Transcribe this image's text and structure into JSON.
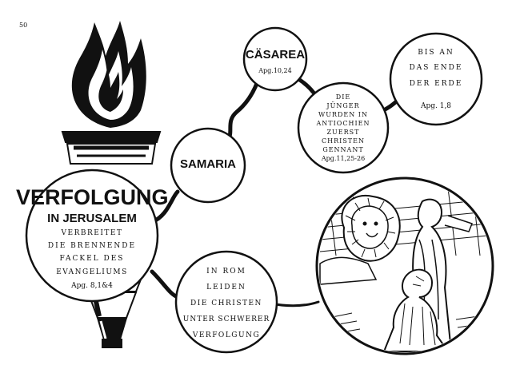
{
  "page_number": "50",
  "jerusalem": {
    "title": "VERFOLGUNG",
    "subtitle": "IN JERUSALEM",
    "lines": [
      "VERBREITET",
      "DIE BRENNENDE",
      "FACKEL DES",
      "EVANGELIUMS"
    ],
    "ref": "Apg. 8,1&4"
  },
  "samaria": {
    "title": "SAMARIA"
  },
  "casarea": {
    "title": "CÄSAREA",
    "ref": "Apg.10,24"
  },
  "antiochien": {
    "lines": [
      "DIE",
      "JÜNGER",
      "WURDEN IN",
      "ANTIOCHIEN",
      "ZUERST",
      "CHRISTEN",
      "GENNANT"
    ],
    "ref": "Apg.11,25-26"
  },
  "ende": {
    "lines": [
      "BIS AN",
      "DAS ENDE",
      "DER ERDE"
    ],
    "ref": "Apg. 1,8"
  },
  "rom": {
    "lines": [
      "IN ROM",
      "LEIDEN",
      "DIE CHRISTEN",
      "UNTER SCHWERER",
      "VERFOLGUNG"
    ]
  },
  "illustration": {
    "subject": "lion-and-martyrs-illustration"
  },
  "colors": {
    "ink": "#111111",
    "paper": "#ffffff"
  }
}
